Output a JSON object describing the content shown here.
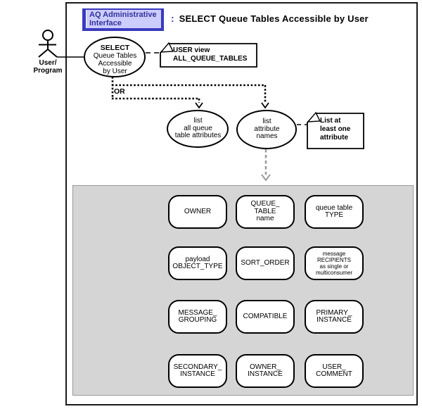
{
  "header": {
    "module_label": "AQ Administrative\nInterface",
    "colon": ":",
    "title": "SELECT Queue Tables Accessible by User"
  },
  "actor": {
    "label": "User/\nProgram"
  },
  "use_case": {
    "title": "SELECT",
    "subtitle": "Queue Tables\nAccessible\nby User"
  },
  "or_label": "OR",
  "sub_use_cases": {
    "left": "list\nall queue\ntable attributes",
    "right": "list\nattribute\nnames"
  },
  "notes": {
    "user_view": "USER view\nALL_QUEUE_TABLES",
    "least_one": "List at\nleast one\nattribute"
  },
  "attributes": {
    "rows": [
      [
        "OWNER",
        "QUEUE_\nTABLE\nname",
        "queue table\nTYPE"
      ],
      [
        "payload\nOBJECT_TYPE",
        "SORT_ORDER",
        "message\nRECIPIENTS\nas single or\nmulticonsumer"
      ],
      [
        "MESSAGE_\nGROUPING",
        "COMPATIBLE",
        "PRIMARY_\nINSTANCE"
      ],
      [
        "SECONDARY_\nINSTANCE",
        "OWNER_\nINSTANCE",
        "USER_\nCOMMENT"
      ]
    ]
  },
  "colors": {
    "accent_fill": "#ccccff",
    "accent_border": "#3a3ac0",
    "accent_text": "#32329a",
    "panel_gray": "#d5d5d5",
    "arrow_gray": "#9b9b9b"
  }
}
